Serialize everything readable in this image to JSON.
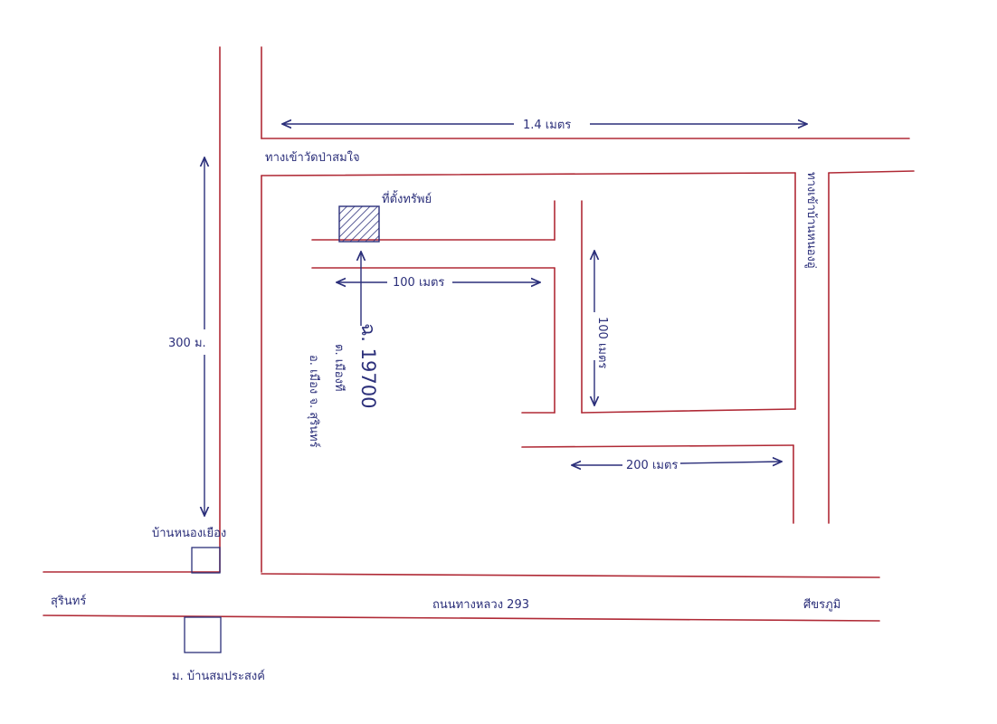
{
  "map": {
    "labels": {
      "road_wat": "ทางเข้าวัดป่าสมใจ",
      "road_right": "ทางเข้าบ้านหนองอู่",
      "road_main": "ถนนทางหลวง 293",
      "place_site": "ที่ตั้งทรัพย์",
      "place_village_top": "บ้านหนองเยือง",
      "place_village_bottom": "ม. บ้านสมประสงค์",
      "city_left": "สุรินทร์",
      "city_right": "ศีขรภูมิ"
    },
    "distances": {
      "top": "1.4 เมตร",
      "side_left": "300 ม.",
      "inner_h": "100 เมตร",
      "inner_v": "100 เมตร",
      "lower": "200 เมตร"
    },
    "annotation": {
      "line1": "ฉ. 19700",
      "line2": "ต. เมืองที",
      "line3": "อ. เมือง จ. สุรินทร์"
    }
  }
}
